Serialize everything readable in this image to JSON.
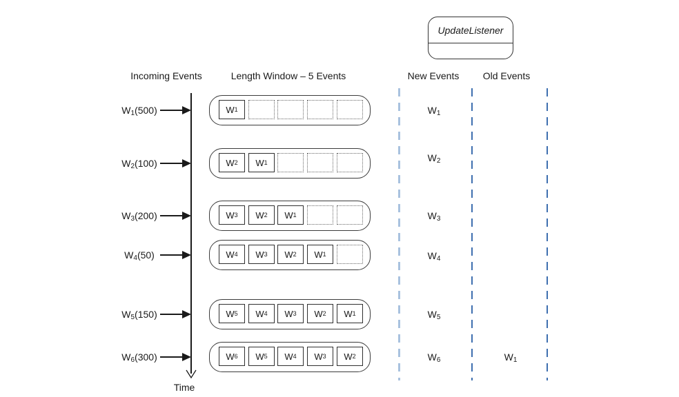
{
  "header": {
    "incoming_events": "Incoming Events",
    "length_window": "Length Window – 5 Events",
    "new_events": "New Events",
    "old_events": "Old Events"
  },
  "listener": {
    "label": "UpdateListener"
  },
  "timeline": {
    "label": "Time"
  },
  "window_capacity": 5,
  "colors": {
    "stroke": "#1a1a1a",
    "dash_light_blue": "#a9c2df",
    "dash_dark_blue": "#3d6eaf"
  },
  "rows": [
    {
      "incoming": {
        "base": "W",
        "sub": "1",
        "value": "(500)"
      },
      "window_slots": [
        {
          "filled": true,
          "base": "W",
          "sub": "1"
        },
        {
          "filled": false
        },
        {
          "filled": false
        },
        {
          "filled": false
        },
        {
          "filled": false
        }
      ],
      "new_event": {
        "base": "W",
        "sub": "1"
      }
    },
    {
      "incoming": {
        "base": "W",
        "sub": "2",
        "value": "(100)"
      },
      "window_slots": [
        {
          "filled": true,
          "base": "W",
          "sub": "2"
        },
        {
          "filled": true,
          "base": "W",
          "sub": "1"
        },
        {
          "filled": false
        },
        {
          "filled": false
        },
        {
          "filled": false
        }
      ],
      "new_event": {
        "base": "W",
        "sub": "2"
      }
    },
    {
      "incoming": {
        "base": "W",
        "sub": "3",
        "value": "(200)"
      },
      "window_slots": [
        {
          "filled": true,
          "base": "W",
          "sub": "3"
        },
        {
          "filled": true,
          "base": "W",
          "sub": "2"
        },
        {
          "filled": true,
          "base": "W",
          "sub": "1"
        },
        {
          "filled": false
        },
        {
          "filled": false
        }
      ],
      "new_event": {
        "base": "W",
        "sub": "3"
      }
    },
    {
      "incoming": {
        "base": "W",
        "sub": "4",
        "value": "(50)"
      },
      "window_slots": [
        {
          "filled": true,
          "base": "W",
          "sub": "4"
        },
        {
          "filled": true,
          "base": "W",
          "sub": "3"
        },
        {
          "filled": true,
          "base": "W",
          "sub": "2"
        },
        {
          "filled": true,
          "base": "W",
          "sub": "1"
        },
        {
          "filled": false
        }
      ],
      "new_event": {
        "base": "W",
        "sub": "4"
      }
    },
    {
      "incoming": {
        "base": "W",
        "sub": "5",
        "value": "(150)"
      },
      "window_slots": [
        {
          "filled": true,
          "base": "W",
          "sub": "5"
        },
        {
          "filled": true,
          "base": "W",
          "sub": "4"
        },
        {
          "filled": true,
          "base": "W",
          "sub": "3"
        },
        {
          "filled": true,
          "base": "W",
          "sub": "2"
        },
        {
          "filled": true,
          "base": "W",
          "sub": "1"
        }
      ],
      "new_event": {
        "base": "W",
        "sub": "5"
      }
    },
    {
      "incoming": {
        "base": "W",
        "sub": "6",
        "value": "(300)"
      },
      "window_slots": [
        {
          "filled": true,
          "base": "W",
          "sub": "6"
        },
        {
          "filled": true,
          "base": "W",
          "sub": "5"
        },
        {
          "filled": true,
          "base": "W",
          "sub": "4"
        },
        {
          "filled": true,
          "base": "W",
          "sub": "3"
        },
        {
          "filled": true,
          "base": "W",
          "sub": "2"
        }
      ],
      "new_event": {
        "base": "W",
        "sub": "6"
      },
      "old_event": {
        "base": "W",
        "sub": "1"
      }
    }
  ]
}
